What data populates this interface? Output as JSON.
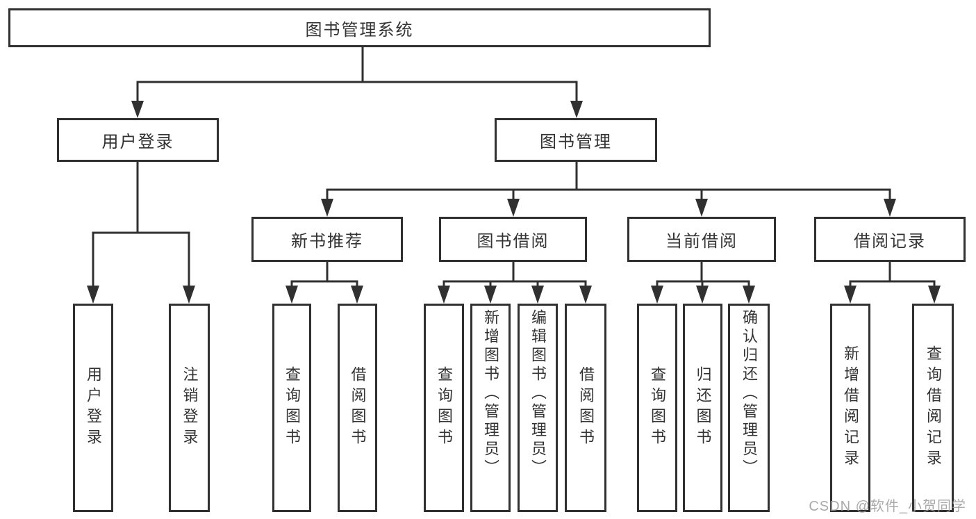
{
  "diagram": {
    "root": "图书管理系统",
    "branches": {
      "user_login": "用户登录",
      "book_mgmt": "图书管理"
    },
    "modules": {
      "new_book_rec": "新书推荐",
      "book_borrow": "图书借阅",
      "current_borrow": "当前借阅",
      "borrow_records": "借阅记录"
    },
    "leaves": {
      "user_login": "用户登录",
      "logout": "注销登录",
      "query_book_rec": "查询图书",
      "borrow_book_rec": "借阅图书",
      "query_book_borrow": "查询图书",
      "add_book": "新增图书（管理员）",
      "edit_book": "编辑图书（管理员）",
      "borrow_book": "借阅图书",
      "query_book_current": "查询图书",
      "return_book": "归还图书",
      "confirm_return": "确认归还（管理员）",
      "add_borrow_record": "新增借阅记录",
      "query_borrow_record": "查询借阅记录"
    }
  },
  "watermark": "CSDN @软件_小贺同学",
  "colors": {
    "line": "#303030",
    "text": "#333333",
    "background": "#ffffff",
    "watermark": "#9e9e9e"
  }
}
